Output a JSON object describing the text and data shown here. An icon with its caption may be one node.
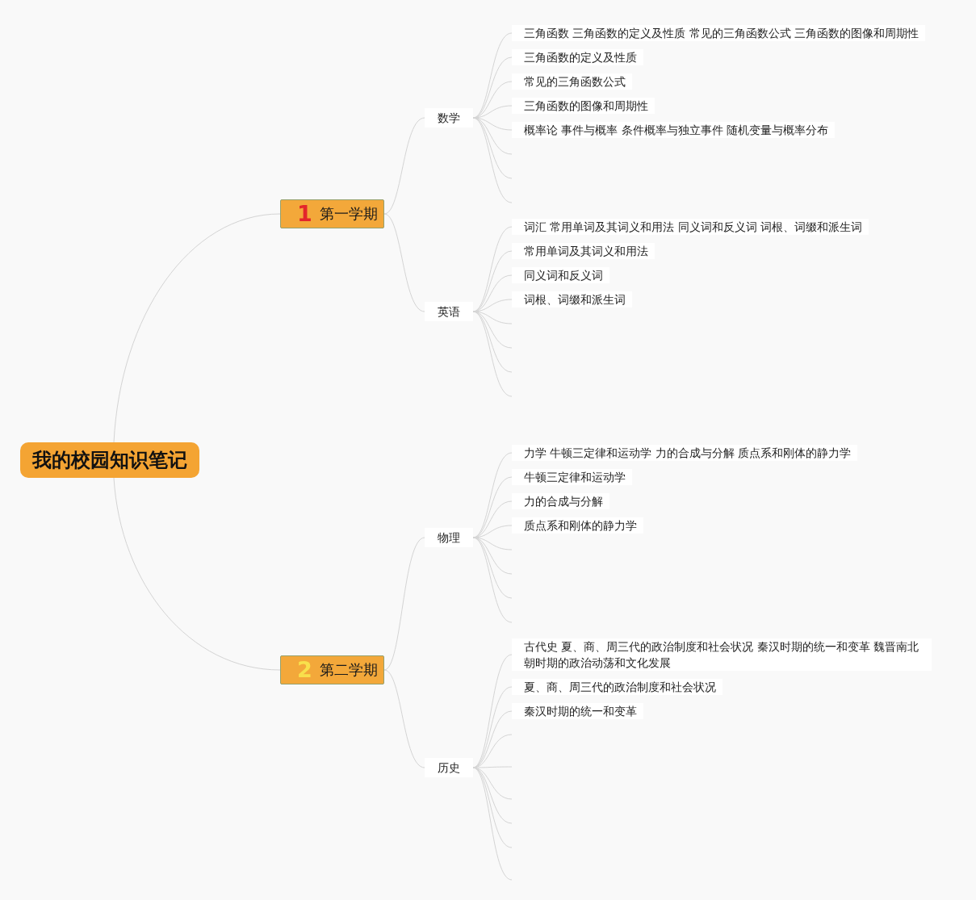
{
  "diagram": {
    "nodes": [
      {
        "text": [
          "我的校园知识笔记"
        ]
      },
      {
        "text": [
          "1",
          "第一学期"
        ]
      },
      {
        "text": [
          "数学"
        ]
      },
      {
        "text": [
          "三角函数 三角函数的定义及性质 常见的三角函数公式 三角函数的图像和周期性"
        ]
      },
      {
        "text": [
          "三角函数的定义及性质"
        ]
      },
      {
        "text": [
          "常见的三角函数公式"
        ]
      },
      {
        "text": [
          "三角函数的图像和周期性"
        ]
      },
      {
        "text": [
          "概率论 事件与概率 条件概率与独立事件 随机变量与概率分布"
        ]
      },
      {
        "text": [
          "英语"
        ]
      },
      {
        "text": [
          "词汇 常用单词及其词义和用法 同义词和反义词 词根、词缀和派生词"
        ]
      },
      {
        "text": [
          "常用单词及其词义和用法"
        ]
      },
      {
        "text": [
          "同义词和反义词"
        ]
      },
      {
        "text": [
          "词根、词缀和派生词"
        ]
      },
      {
        "text": [
          "2",
          "第二学期"
        ]
      },
      {
        "text": [
          "物理"
        ]
      },
      {
        "text": [
          "力学 牛顿三定律和运动学 力的合成与分解 质点系和刚体的静力学"
        ]
      },
      {
        "text": [
          "牛顿三定律和运动学"
        ]
      },
      {
        "text": [
          "力的合成与分解"
        ]
      },
      {
        "text": [
          "质点系和刚体的静力学"
        ]
      },
      {
        "text": [
          "历史"
        ]
      },
      {
        "text": [
          "古代史 夏、商、周三代的政治制度和社会状况 秦汉时期的统一和变革 魏晋南北朝时期的政治动荡和文化发展"
        ]
      },
      {
        "text": [
          "夏、商、周三代的政治制度和社会状况"
        ]
      },
      {
        "text": [
          "秦汉时期的统一和变革"
        ]
      }
    ],
    "edges": [
      {
        "from": 0,
        "to": 1,
        "arrow": "none"
      },
      {
        "from": 0,
        "to": 13,
        "arrow": "none"
      },
      {
        "from": 1,
        "to": 2,
        "arrow": "none"
      },
      {
        "from": 1,
        "to": 8,
        "arrow": "none"
      },
      {
        "from": 2,
        "to": 3,
        "arrow": "none"
      },
      {
        "from": 2,
        "to": 4,
        "arrow": "none"
      },
      {
        "from": 2,
        "to": 5,
        "arrow": "none"
      },
      {
        "from": 2,
        "to": 6,
        "arrow": "none"
      },
      {
        "from": 2,
        "to": 7,
        "arrow": "none"
      },
      {
        "from": 2,
        "to": null,
        "arrow": "none"
      },
      {
        "from": 2,
        "to": null,
        "arrow": "none"
      },
      {
        "from": 2,
        "to": null,
        "arrow": "none"
      },
      {
        "from": 8,
        "to": 9,
        "arrow": "none"
      },
      {
        "from": 8,
        "to": 10,
        "arrow": "none"
      },
      {
        "from": 8,
        "to": 11,
        "arrow": "none"
      },
      {
        "from": 8,
        "to": 12,
        "arrow": "none"
      },
      {
        "from": 8,
        "to": null,
        "arrow": "none"
      },
      {
        "from": 8,
        "to": null,
        "arrow": "none"
      },
      {
        "from": 8,
        "to": null,
        "arrow": "none"
      },
      {
        "from": 8,
        "to": null,
        "arrow": "none"
      },
      {
        "from": 13,
        "to": 14,
        "arrow": "none"
      },
      {
        "from": 13,
        "to": 19,
        "arrow": "none"
      },
      {
        "from": 14,
        "to": 15,
        "arrow": "none"
      },
      {
        "from": 14,
        "to": 16,
        "arrow": "none"
      },
      {
        "from": 14,
        "to": 17,
        "arrow": "none"
      },
      {
        "from": 14,
        "to": 18,
        "arrow": "none"
      },
      {
        "from": 14,
        "to": null,
        "arrow": "none"
      },
      {
        "from": 14,
        "to": null,
        "arrow": "none"
      },
      {
        "from": 14,
        "to": null,
        "arrow": "none"
      },
      {
        "from": 14,
        "to": null,
        "arrow": "none"
      },
      {
        "from": 19,
        "to": 20,
        "arrow": "none"
      },
      {
        "from": 19,
        "to": 21,
        "arrow": "none"
      },
      {
        "from": 19,
        "to": 22,
        "arrow": "none"
      },
      {
        "from": 19,
        "to": null,
        "arrow": "none"
      },
      {
        "from": 19,
        "to": null,
        "arrow": "none"
      },
      {
        "from": 19,
        "to": null,
        "arrow": "none"
      },
      {
        "from": 19,
        "to": null,
        "arrow": "none"
      },
      {
        "from": 19,
        "to": null,
        "arrow": "none"
      },
      {
        "from": 19,
        "to": null,
        "arrow": "none"
      }
    ]
  }
}
